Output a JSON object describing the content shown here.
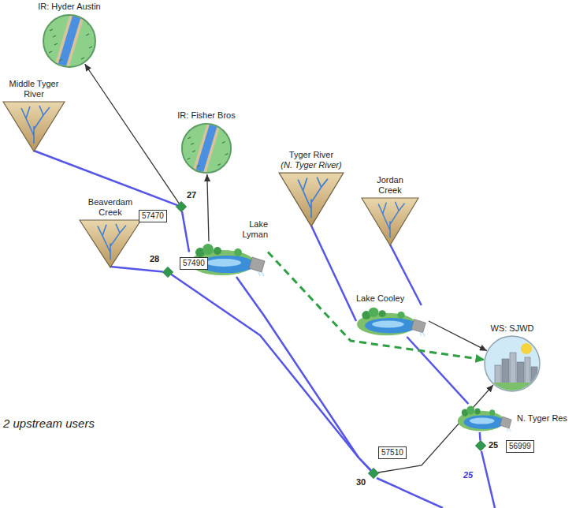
{
  "diagram": {
    "nodes": [
      {
        "text": [
          "IR: Hyder Austin"
        ]
      },
      {
        "text": [
          "Middle Tyger River"
        ]
      },
      {
        "text": [
          "IR: Fisher Bros"
        ]
      },
      {
        "text": [
          "Tyger River",
          "(N. Tyger River)"
        ]
      },
      {
        "text": [
          "Jordan Creek"
        ]
      },
      {
        "text": [
          "Beaverdam Creek"
        ]
      },
      {
        "text": [
          "Lake Lyman"
        ]
      },
      {
        "text": [
          "Lake Cooley"
        ]
      },
      {
        "text": [
          "WS: SJWD"
        ]
      },
      {
        "text": [
          "N. Tyger Res"
        ]
      },
      {
        "text": [
          "27"
        ]
      },
      {
        "text": [
          "57470"
        ]
      },
      {
        "text": [
          "28"
        ]
      },
      {
        "text": [
          "57490"
        ]
      },
      {
        "text": [
          "30"
        ]
      },
      {
        "text": [
          "57510"
        ]
      },
      {
        "text": [
          "25"
        ]
      },
      {
        "text": [
          "56999"
        ]
      }
    ],
    "edges": [
      {
        "from": 1,
        "to": 10,
        "arrow": "none"
      },
      {
        "from": 10,
        "to": 0,
        "arrow": "to"
      },
      {
        "from": 10,
        "to": 6,
        "arrow": "none"
      },
      {
        "from": 6,
        "to": 2,
        "arrow": "to"
      },
      {
        "from": 5,
        "to": 12,
        "arrow": "none"
      },
      {
        "from": 12,
        "to": 14,
        "arrow": "none"
      },
      {
        "from": 6,
        "to": 14,
        "arrow": "none"
      },
      {
        "from": 3,
        "to": 7,
        "arrow": "none"
      },
      {
        "from": 4,
        "to": 7,
        "arrow": "none"
      },
      {
        "from": 7,
        "to": 9,
        "arrow": "none"
      },
      {
        "from": 9,
        "to": 16,
        "arrow": "none"
      },
      {
        "from": 7,
        "to": 8,
        "arrow": "to"
      },
      {
        "from": 14,
        "to": 8,
        "arrow": "to"
      },
      {
        "from": 6,
        "to": 8,
        "arrow": "to"
      }
    ],
    "labels": [
      "2 upstream users",
      "25"
    ]
  }
}
